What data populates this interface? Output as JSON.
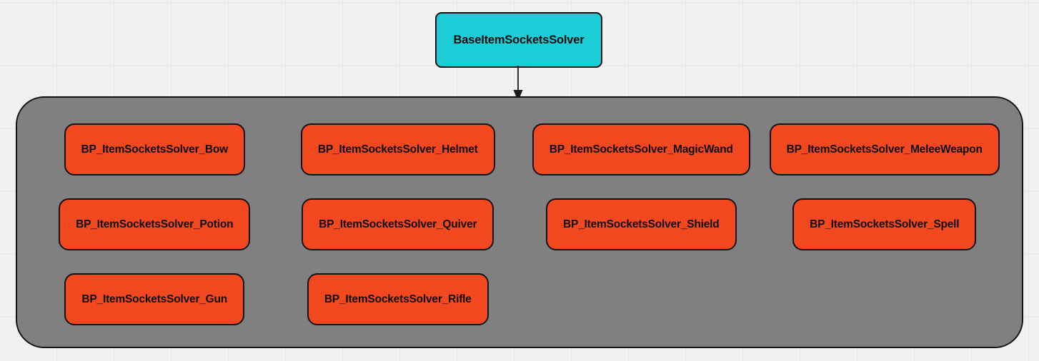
{
  "diagram": {
    "type": "class-inheritance-diagram",
    "colors": {
      "background": "#f1f1f1",
      "grid_line": "#e7e7e7",
      "root_node_fill": "#1ccdd8",
      "leaf_node_fill": "#f2481f",
      "group_fill": "#808080",
      "node_border": "#131313",
      "text": "#0d0d0d",
      "arrow": "#1a1a1a"
    },
    "root": {
      "label": "BaseItemSocketsSolver"
    },
    "edge": {
      "from": "BaseItemSocketsSolver",
      "to": "subclass-group",
      "arrow_head": "filled-triangle-down"
    },
    "group": {
      "name": "subclass-group",
      "rows": [
        [
          {
            "label": "BP_ItemSocketsSolver_Bow"
          },
          {
            "label": "BP_ItemSocketsSolver_Helmet"
          },
          {
            "label": "BP_ItemSocketsSolver_MagicWand"
          },
          {
            "label": "BP_ItemSocketsSolver_MeleeWeapon"
          }
        ],
        [
          {
            "label": "BP_ItemSocketsSolver_Potion"
          },
          {
            "label": "BP_ItemSocketsSolver_Quiver"
          },
          {
            "label": "BP_ItemSocketsSolver_Shield"
          },
          {
            "label": "BP_ItemSocketsSolver_Spell"
          }
        ],
        [
          {
            "label": "BP_ItemSocketsSolver_Gun"
          },
          {
            "label": "BP_ItemSocketsSolver_Rifle"
          }
        ]
      ]
    }
  }
}
